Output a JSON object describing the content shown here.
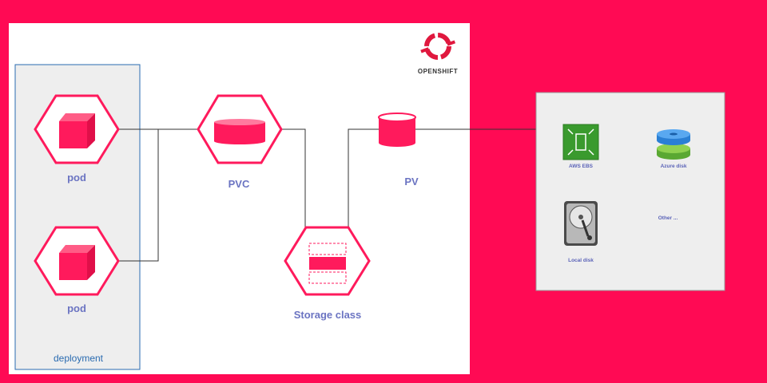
{
  "diagram": {
    "logo_text": "OPENSHIFT",
    "deployment_label": "deployment",
    "pod1_label": "pod",
    "pod2_label": "pod",
    "pvc_label": "PVC",
    "pv_label": "PV",
    "storage_class_label": "Storage class",
    "backends": {
      "aws_ebs": "AWS EBS",
      "azure_disk": "Azure disk",
      "local_disk": "Local disk",
      "other": "Other ..."
    }
  },
  "colors": {
    "background": "#ff0a54",
    "accent": "#ff1a5c",
    "label": "#6b74c2",
    "deployment_border": "#2a6bb0",
    "panel": "#eeeeee"
  }
}
